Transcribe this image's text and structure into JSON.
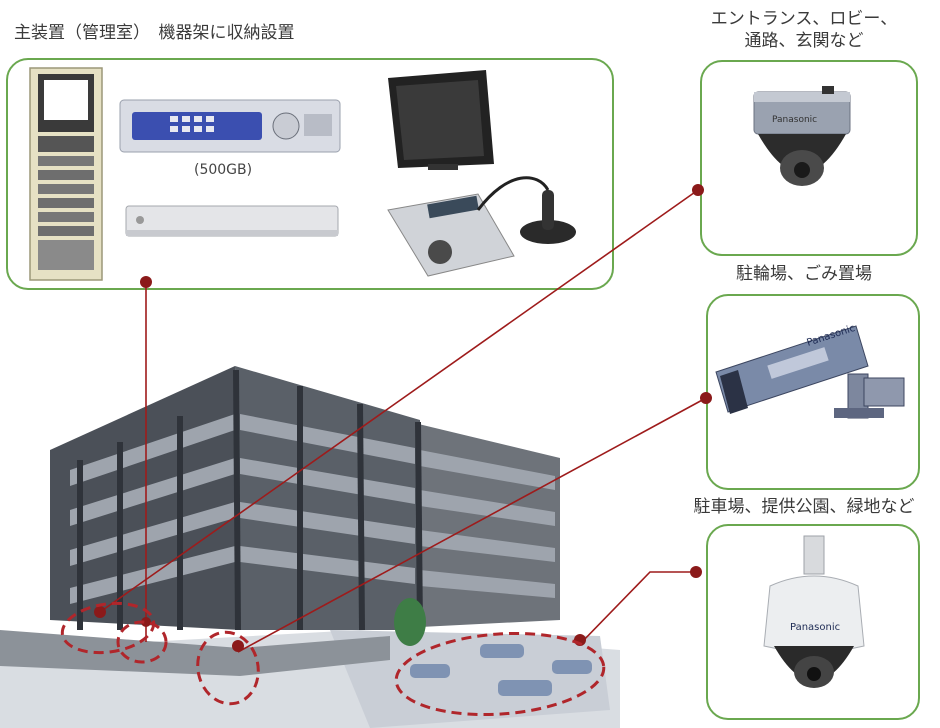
{
  "main_equipment": {
    "title": "主装置（管理室）　機器架に収納設置",
    "recorder_capacity": "(500GB)"
  },
  "cameras": [
    {
      "location_lines": [
        "エントランス、ロビー、",
        "通路、玄関など"
      ]
    },
    {
      "location_lines": [
        "駐輪場、ごみ置場"
      ]
    },
    {
      "location_lines": [
        "駐車場、提供公園、緑地など"
      ]
    }
  ],
  "camera_brand": "Panasonic",
  "colors": {
    "frame": "#6aa84f",
    "connector": "#9e1b1b",
    "dot": "#8b1a1a"
  }
}
